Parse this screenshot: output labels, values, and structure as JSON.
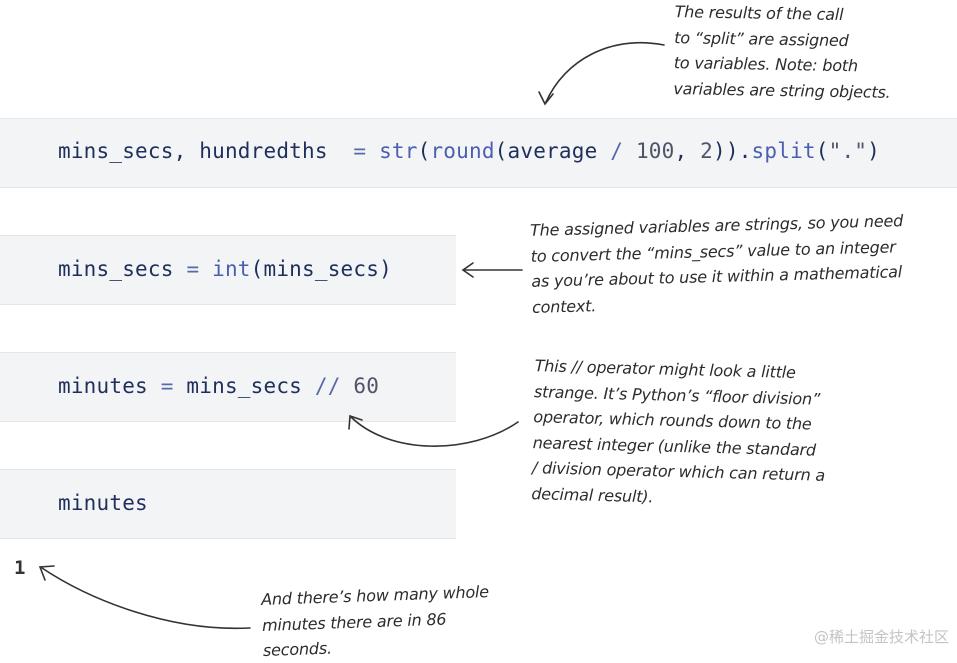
{
  "cells": [
    {
      "tokens": [
        {
          "text": "mins_secs, hundredths  ",
          "cls": ""
        },
        {
          "text": "=",
          "cls": "op"
        },
        {
          "text": " ",
          "cls": ""
        },
        {
          "text": "str",
          "cls": "fn"
        },
        {
          "text": "(",
          "cls": ""
        },
        {
          "text": "round",
          "cls": "fn"
        },
        {
          "text": "(average ",
          "cls": ""
        },
        {
          "text": "/",
          "cls": "op"
        },
        {
          "text": " ",
          "cls": ""
        },
        {
          "text": "100",
          "cls": "num"
        },
        {
          "text": ", ",
          "cls": ""
        },
        {
          "text": "2",
          "cls": "num"
        },
        {
          "text": ")).",
          "cls": ""
        },
        {
          "text": "split",
          "cls": "fn"
        },
        {
          "text": "(",
          "cls": ""
        },
        {
          "text": "\".\"",
          "cls": "str"
        },
        {
          "text": ")",
          "cls": ""
        }
      ]
    },
    {
      "tokens": [
        {
          "text": "mins_secs ",
          "cls": ""
        },
        {
          "text": "=",
          "cls": "op"
        },
        {
          "text": " ",
          "cls": ""
        },
        {
          "text": "int",
          "cls": "fn"
        },
        {
          "text": "(mins_secs)",
          "cls": ""
        }
      ]
    },
    {
      "tokens": [
        {
          "text": "minutes ",
          "cls": ""
        },
        {
          "text": "=",
          "cls": "op"
        },
        {
          "text": " mins_secs ",
          "cls": ""
        },
        {
          "text": "//",
          "cls": "op"
        },
        {
          "text": " ",
          "cls": ""
        },
        {
          "text": "60",
          "cls": "num"
        }
      ]
    },
    {
      "tokens": [
        {
          "text": "minutes",
          "cls": ""
        }
      ]
    }
  ],
  "output": "1",
  "notes": {
    "split": "The results of the call\nto “split” are assigned\nto variables. Note: both\nvariables are string objects.",
    "int": "The assigned variables are strings, so you need\nto convert the “mins_secs” value to an integer\nas you’re about to use it within a mathematical\ncontext.",
    "floor": "This // operator might look a little\nstrange. It’s Python’s “floor division”\noperator, which rounds down to the\nnearest integer (unlike the standard\n/ division operator which can return a\ndecimal result).",
    "minutes": "And there’s how many whole\nminutes there are in 86\nseconds."
  },
  "watermark": "@稀土掘金技术社区"
}
